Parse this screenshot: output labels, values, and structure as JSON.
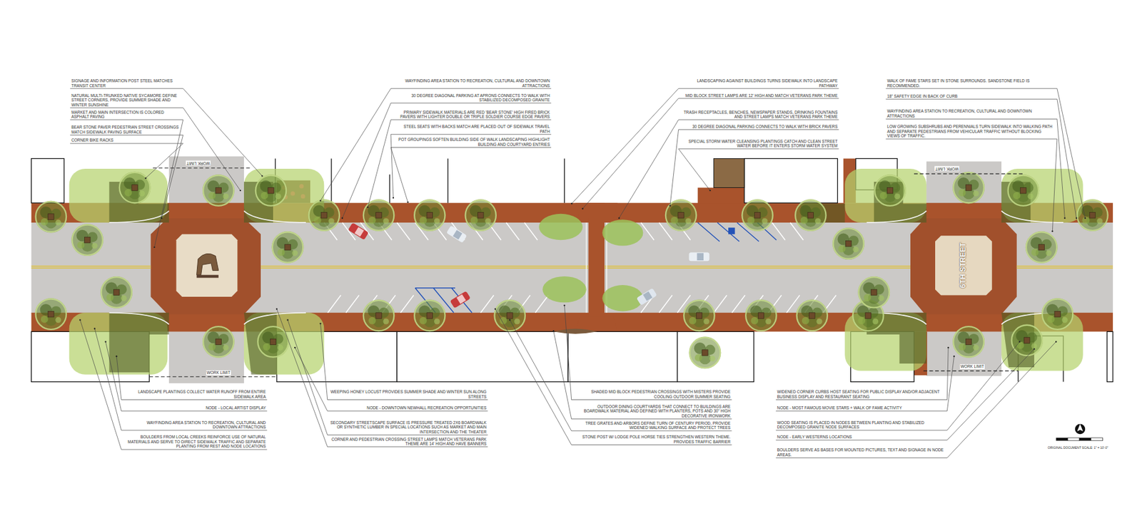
{
  "diagram": {
    "labels": [
      "SIGNAGE AND INFORMATION POST STEEL MATCHES TRANSIT CENTER",
      "NATURAL MULTI-TRUNKED NATIVE SYCAMORE DEFINE STREET CORNERS, PROVIDE SUMMER SHADE AND WINTER SUNSHINE",
      "MARKET AND MAIN INTERSECTION IS COLORED ASPHALT PAVING",
      "BEAR STONE PAVER PEDESTRIAN STREET CROSSINGS MATCH SIDEWALK PAVING SURFACE",
      "CORNER BIKE RACKS",
      "WAYFINDING AREA STATION TO RECREATION, CULTURAL AND DOWNTOWN ATTRACTIONS",
      "30 DEGREE DIAGONAL PARKING AT APRONS CONNECTS TO WALK WITH STABILIZED DECOMPOSED GRANITE",
      "PRIMARY SIDEWALK MATERIALS ARE RED 'BEAR STONE' HIGH FIRED BRICK PAVERS WITH LIGHTER DOUBLE OR TRIPLE SOLDIER COURSE EDGE PAVERS",
      "STEEL SEATS WITH BACKS MATCH ARE PLACED OUT OF SIDEWALK TRAVEL PATH",
      "POT GROUPINGS SOFTEN BUILDING SIDE OF WALK LANDSCAPING HIGHLIGHT BUILDING AND COURTYARD ENTRIES",
      "LANDSCAPING AGAINST BUILDINGS TURNS SIDEWALK INTO LANDSCAPE PATHWAY",
      "MID BLOCK STREET LAMPS ARE 12' HIGH AND MATCH VETERANS PARK THEME",
      "TRASH RECEPTACLES, BENCHES, NEWSPAPER STANDS, DRINKING FOUNTAINS AND STREET LAMPS MATCH VETERANS PARK THEME",
      "30 DEGREE DIAGONAL PARKING CONNECTS TO WALK WITH BRICK PAVERS",
      "SPECIAL STORM WATER CLEANSING PLANTINGS CATCH AND CLEAN STREET WATER BEFORE IT ENTERS STORM WATER SYSTEM",
      "WALK OF FAME STARS SET IN STONE SURROUNDS. SANDSTONE FIELD IS RECOMMENDED.",
      "18\" SAFETY EDGE IN BACK OF CURB",
      "WAYFINDING AREA STATION TO RECREATION, CULTURAL AND DOWNTOWN ATTRACTIONS",
      "LOW GROWING SUBSHRUBS AND PERENNIALS TURN SIDEWALK INTO WALKING PATH AND SEPARATE PEDESTRIANS FROM VEHICULAR TRAFFIC WITHOUT BLOCKING VIEWS OF TRAFFIC.",
      "LANDSCAPE PLANTINGS COLLECT WATER RUNOFF FROM ENTIRE SIDEWALK AREA",
      "NODE - LOCAL ARTIST DISPLAY",
      "WAYFINDING AREA STATION TO RECREATION, CULTURAL AND DOWNTOWN ATTRACTIONS",
      "BOULDERS FROM LOCAL CREEKS REINFORCE USE OF NATURAL MATERIALS AND SERVE TO DIRECT SIDEWALK TRAFFIC AND SEPARATE PLANTING FROM REST AND NODE LOCATIONS",
      "WEEPING HONEY LOCUST PROVIDES SUMMER SHADE AND WINTER SUN ALONG STREETS",
      "NODE - DOWNTOWN NEWHALL RECREATION OPPORTUNITIES",
      "SECONDARY STREETSCAPE SURFACE IS PRESSURE TREATED 2X6 BOARDWALK OR SYNTHETIC LUMBER IN SPECIAL LOCATIONS SUCH AS MARKET AND MAIN INTERSECTION AND THE THEATER",
      "CORNER AND PEDESTRIAN CROSSING STREET LAMPS MATCH VETERANS PARK THEME ARE 14' HIGH AND HAVE BANNERS",
      "SHADED MID BLOCK PEDESTRIAN CROSSINGS WITH MISTERS PROVIDE COOLING OUTDOOR SUMMER SEATING",
      "OUTDOOR DINING COURTYARDS THAT CONNECT TO BUILDINGS ARE BOARDWALK MATERIAL AND DEFINED WITH PLANTERS, POTS AND 30\" HIGH DECORATIVE IRONWORK",
      "TREE GRATES AND ARBORS DEFINE TURN OF CENTURY PERIOD, PROVIDE WIDENED WALKING SURFACE AND PROTECT TREES",
      "STONE POST W/ LODGE POLE HORSE TIES STRENGTHEN WESTERN THEME. PROVIDES TRAFFIC BARRIER",
      "WIDENED CORNER CURBS HOST SEATING FOR PUBLIC DISPLAY AND/OR ADJACENT BUSINESS DISPLAY AND RESTAURANT SEATING",
      "NODE - MOST FAMOUS MOVIE STARS + WALK OF FAME ACTIVITY",
      "WOOD SEATING IS PLACED IN NODES BETWEEN PLANTING AND STABILIZED DECOMPOSED GRANITE NODE SURFACES",
      "NODE - EARLY WESTERNS LOCATIONS",
      "BOULDERS SERVE AS BASES FOR MOUNTED PICTURES, TEXT AND SIGNAGE IN NODE AREAS.",
      "WORK LIMIT",
      "WORK LIMIT",
      "WORK LIMIT",
      "WORK LIMIT",
      "6TH STREET",
      "ORIGINAL DOCUMENT SCALE: 1\" = 10'-0\""
    ]
  }
}
